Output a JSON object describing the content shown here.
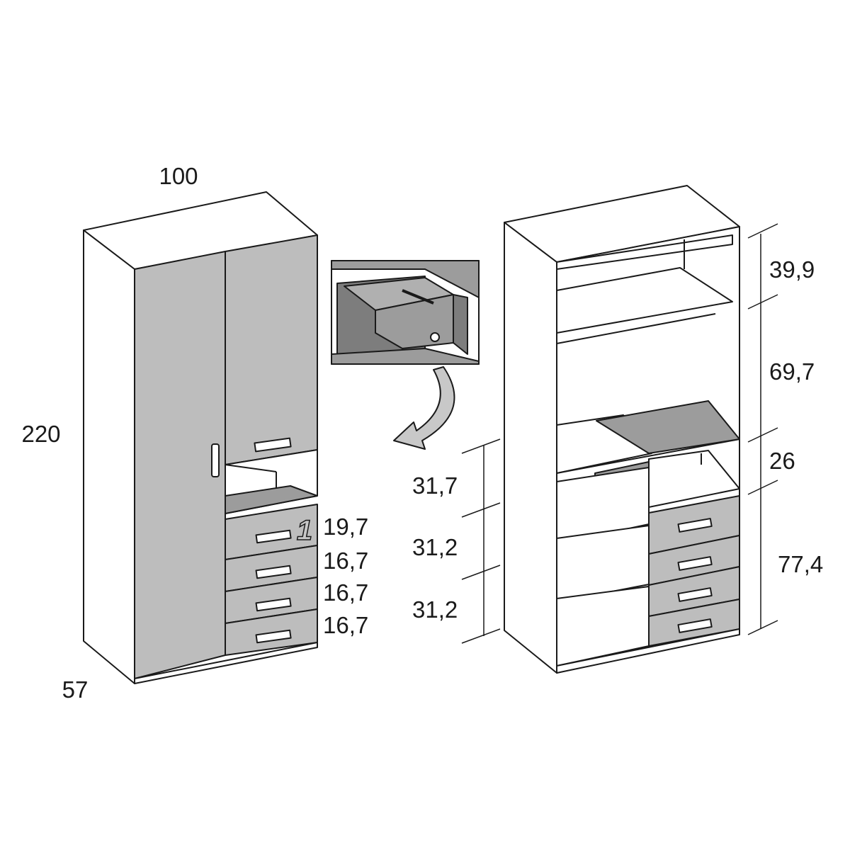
{
  "colors": {
    "outline": "#1a1a1a",
    "panel": "#ffffff",
    "front": "#bdbdbd",
    "front_dark": "#a8a8a8",
    "inner": "#9c9c9c",
    "inner_dark": "#7d7d7d"
  },
  "icons": {
    "handle": "drawer-handle-icon",
    "arrow": "curved-arrow-icon",
    "lock": "lock-icon"
  },
  "left_unit": {
    "width": "100",
    "height": "220",
    "depth": "57",
    "detail_marker": "1",
    "drawer_heights": [
      "19,7",
      "16,7",
      "16,7",
      "16,7"
    ]
  },
  "right_unit": {
    "right_dims": [
      "39,9",
      "69,7",
      "26",
      "77,4"
    ],
    "left_dims": [
      "31,7",
      "31,2",
      "31,2"
    ]
  }
}
